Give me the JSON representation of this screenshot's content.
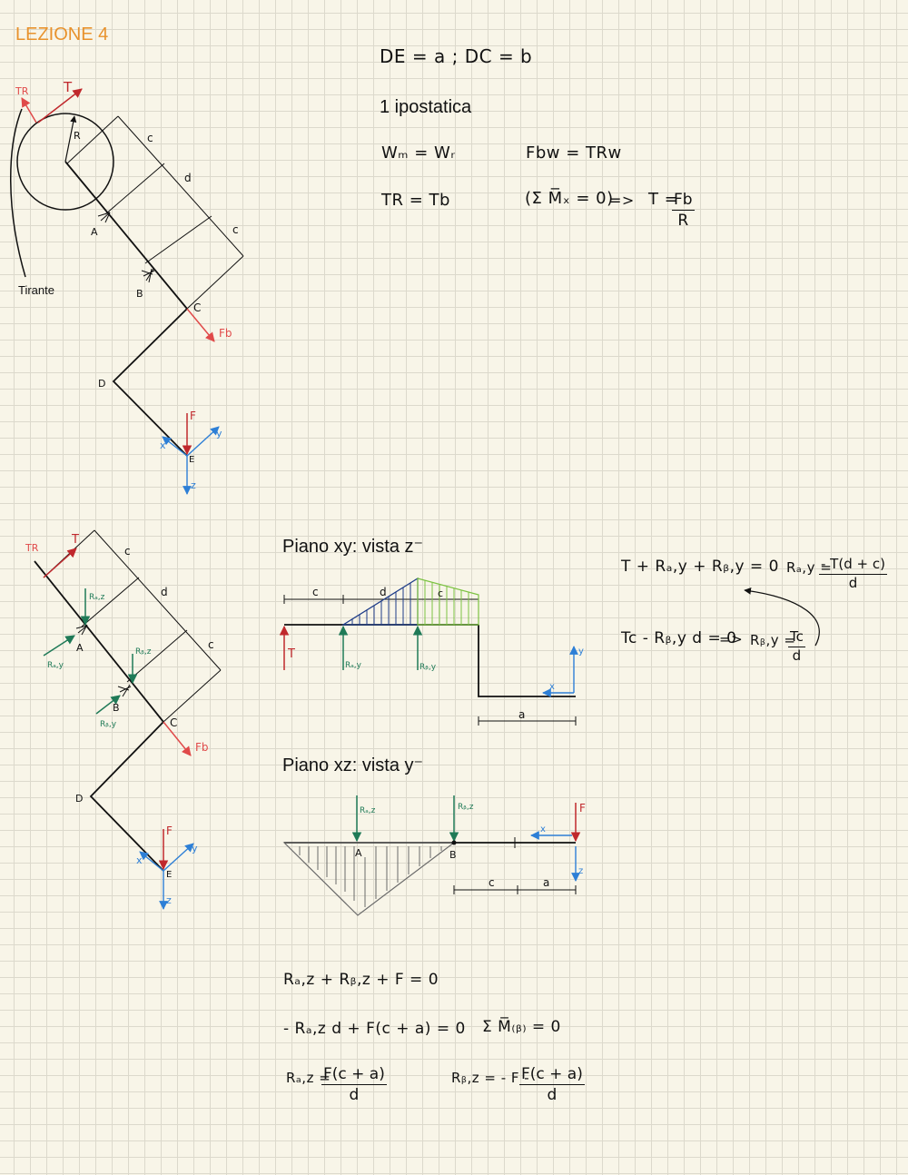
{
  "title": "LEZIONE 4",
  "labels": {
    "tirante": "Tirante",
    "iposta": "1 ipostatica",
    "piano_xy": "Piano xy: vista z⁻",
    "piano_xz": "Piano xz: vista y⁻",
    "TR": "TR",
    "T": "T",
    "R": "R",
    "c": "c",
    "d": "d",
    "a": "a",
    "A": "A",
    "B": "B",
    "C": "C",
    "D": "D",
    "E": "E",
    "Fb": "Fb",
    "F": "F",
    "x": "x",
    "y": "y",
    "z": "z",
    "RAz": "Rₐ,z",
    "RAy": "Rₐ,y",
    "RBz": "Rᵦ,z",
    "RBy": "Rᵦ,y"
  },
  "equations": {
    "e1": "DE = a ; DC = b",
    "e2": "Wₘ = Wᵣ",
    "e3": "Fbw = TRw",
    "e4": "TR = Tb",
    "e5": "(Σ M̅ₓ = 0)",
    "e5arrow": "=>",
    "e6_lhs": "T =",
    "e6_num": "Fb",
    "e6_den": "R",
    "xy1": "T + Rₐ,y + Rᵦ,y = 0",
    "xy2_lhs": "Rₐ,y =",
    "xy2_num": "- T(d + c)",
    "xy2_den": "d",
    "xy3": "Tc - Rᵦ,y d = 0",
    "xy3arrow": "=>",
    "xy4_lhs": "Rᵦ,y =",
    "xy4_num": "Tc",
    "xy4_den": "d",
    "xz1": "Rₐ,z + Rᵦ,z + F = 0",
    "xz2": "- Rₐ,z d + F(c + a) = 0",
    "xz3": "Σ M̅₍ᵦ₎ = 0",
    "xz4_lhs": "Rₐ,z =",
    "xz4_num": "F(c + a)",
    "xz4_den": "d",
    "xz5_lhs": "Rᵦ,z = - F -",
    "xz5_num": "F(c + a)",
    "xz5_den": "d"
  },
  "colors": {
    "orange": "#e8922c",
    "red": "#e04a4a",
    "darkred": "#c0282c",
    "green": "#1f7a57",
    "blue": "#2d7fd6",
    "navy": "#1e3c88",
    "lime": "#7cc242",
    "gray": "#6a6a6a"
  }
}
